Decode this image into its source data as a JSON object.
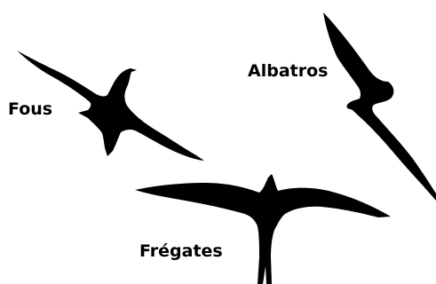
{
  "colors": {
    "background": "#ffffff",
    "silhouette": "#000000"
  },
  "birds": [
    {
      "id": "fous",
      "label": "Fous",
      "icon": "booby-silhouette-icon"
    },
    {
      "id": "albatros",
      "label": "Albatros",
      "icon": "albatross-silhouette-icon"
    },
    {
      "id": "fregates",
      "label": "Frégates",
      "icon": "frigatebird-silhouette-icon"
    }
  ]
}
